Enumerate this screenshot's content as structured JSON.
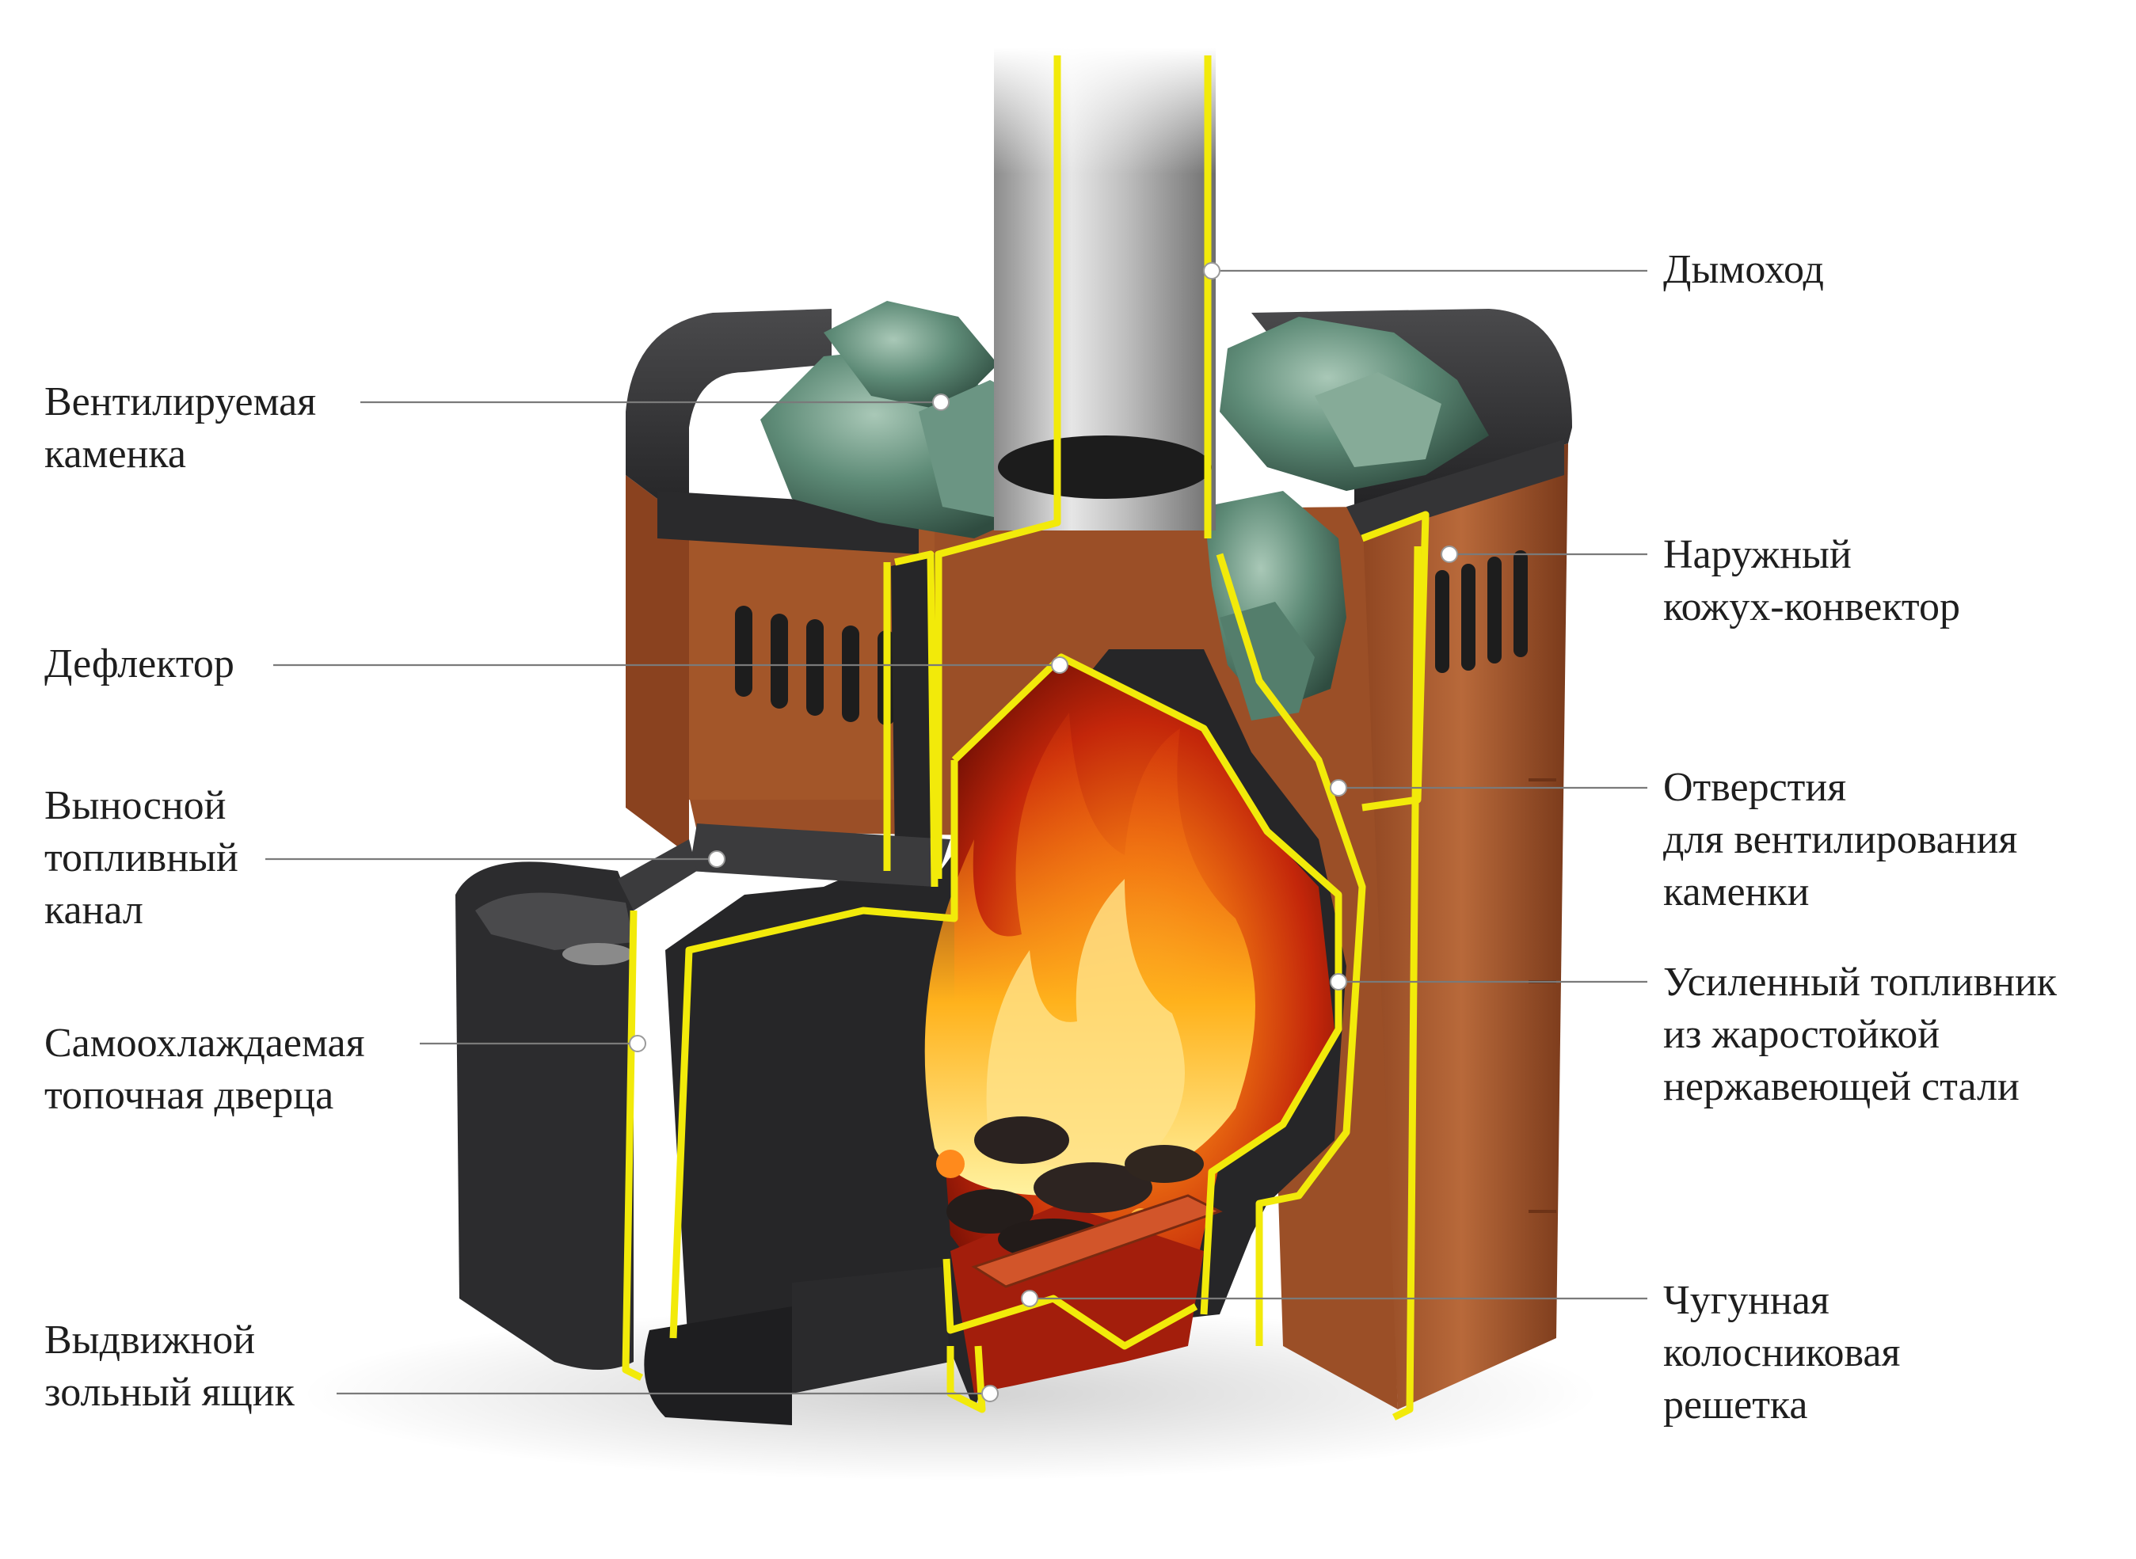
{
  "labels": {
    "chimney": [
      "Дымоход"
    ],
    "stones": [
      "Вентилируемая",
      "каменка"
    ],
    "outer_casing": [
      "Наружный",
      "кожух-конвектор"
    ],
    "deflector": [
      "Дефлектор"
    ],
    "vent_holes": [
      "Отверстия",
      "для вентилирования",
      "каменки"
    ],
    "fuel_channel": [
      "Выносной",
      "топливный",
      "канал"
    ],
    "firebox": [
      "Усиленный топливник",
      "из жаростойкой",
      "нержавеющей стали"
    ],
    "door": [
      "Самоохлаждаемая",
      "топочная дверца"
    ],
    "grate": [
      "Чугунная",
      "колосниковая",
      "решетка"
    ],
    "ash_box": [
      "Выдвижной",
      "зольный ящик"
    ]
  },
  "colors": {
    "casing": "#a6582b",
    "metal_dark": "#2f2f31",
    "section_outline": "#f2ea0a",
    "fire_glow": "#c62a0a",
    "stones": "#5f8a78"
  }
}
